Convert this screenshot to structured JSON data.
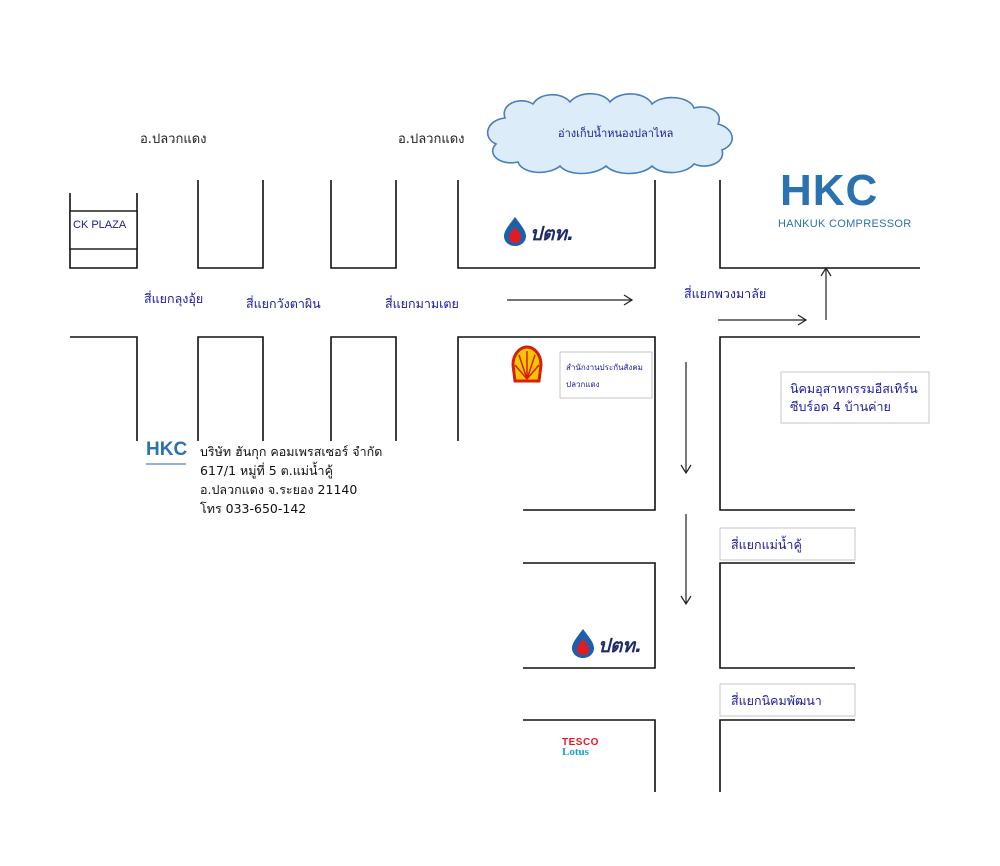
{
  "districts": {
    "left": "อ.ปลวกแดง",
    "center": "อ.ปลวกแดง"
  },
  "reservoir": "อ่างเก็บน้ำหนองปลาไหล",
  "junctions": {
    "lung_ui": "สี่แยกลุงอุ้ย",
    "wang_tha_phin": "สี่แยกวังตาผิน",
    "ma_ma_toei": "สี่แยกมามเตย",
    "phuang_malai": "สี่แยกพวงมาลัย",
    "mae_nam_khu": "สี่แยกแม่น้ำคู้",
    "nikhom_phatthana": "สี่แยกนิคมพัฒนา"
  },
  "ck_plaza": "CK  PLAZA",
  "hkc_logo": {
    "letters": "HKC",
    "subtitle": "HANKUK COMPRESSOR"
  },
  "hkc_small_logo": {
    "letters": "HKC"
  },
  "ptt_label": "ปตท.",
  "social_security_office": {
    "line1": "สำนักงานประกันสังคม",
    "line2": "ปลวกแดง"
  },
  "industrial_estate": {
    "line1": "นิคมอุสาหกรรมอีสเทิร์น",
    "line2": "ซีบร์อด 4 บ้านค่าย"
  },
  "company_address": {
    "line1": "บริษัท ฮันกุก คอมเพรสเซอร์ จำกัด",
    "line2": "617/1  หมู่ที่ 5  ต.แม่น้ำคู้",
    "line3": "อ.ปลวกแดง     จ.ระยอง  21140",
    "line4": "โทร 033-650-142"
  },
  "tesco_lotus": {
    "tesco": "TESCO",
    "lotus": "Lotus"
  },
  "colors": {
    "road_line": "#111111",
    "label_blue": "#1a1a9c",
    "cloud_fill": "#dcecf8",
    "cloud_stroke": "#4a7fb8",
    "hkc_blue": "#2b72b0",
    "ptt_blue": "#1d2a6e",
    "shell_yellow": "#f7c600",
    "shell_red": "#d81e05"
  }
}
